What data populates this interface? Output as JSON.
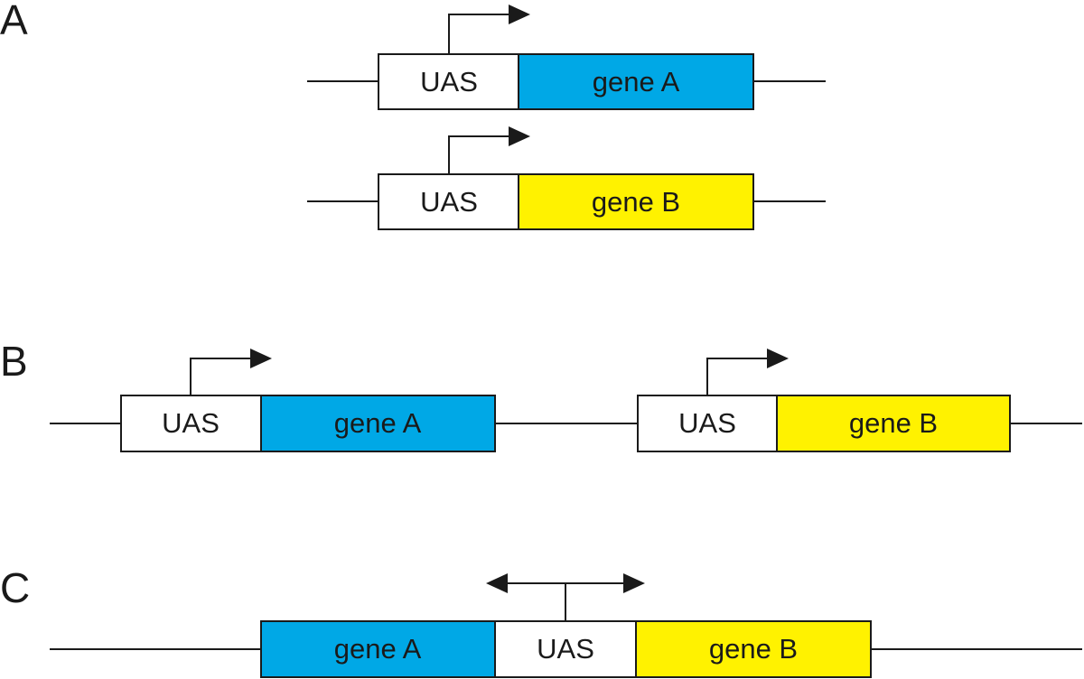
{
  "colors": {
    "gene_a": "#00a8e6",
    "gene_b": "#fff200",
    "uas": "#ffffff",
    "stroke": "#1a1a1a"
  },
  "panels": {
    "a": {
      "label": "A",
      "construct_1": {
        "uas": "UAS",
        "gene": "gene A"
      },
      "construct_2": {
        "uas": "UAS",
        "gene": "gene B"
      }
    },
    "b": {
      "label": "B",
      "construct_1": {
        "uas": "UAS",
        "gene": "gene A"
      },
      "construct_2": {
        "uas": "UAS",
        "gene": "gene B"
      }
    },
    "c": {
      "label": "C",
      "gene_left": "gene A",
      "uas": "UAS",
      "gene_right": "gene B"
    }
  }
}
